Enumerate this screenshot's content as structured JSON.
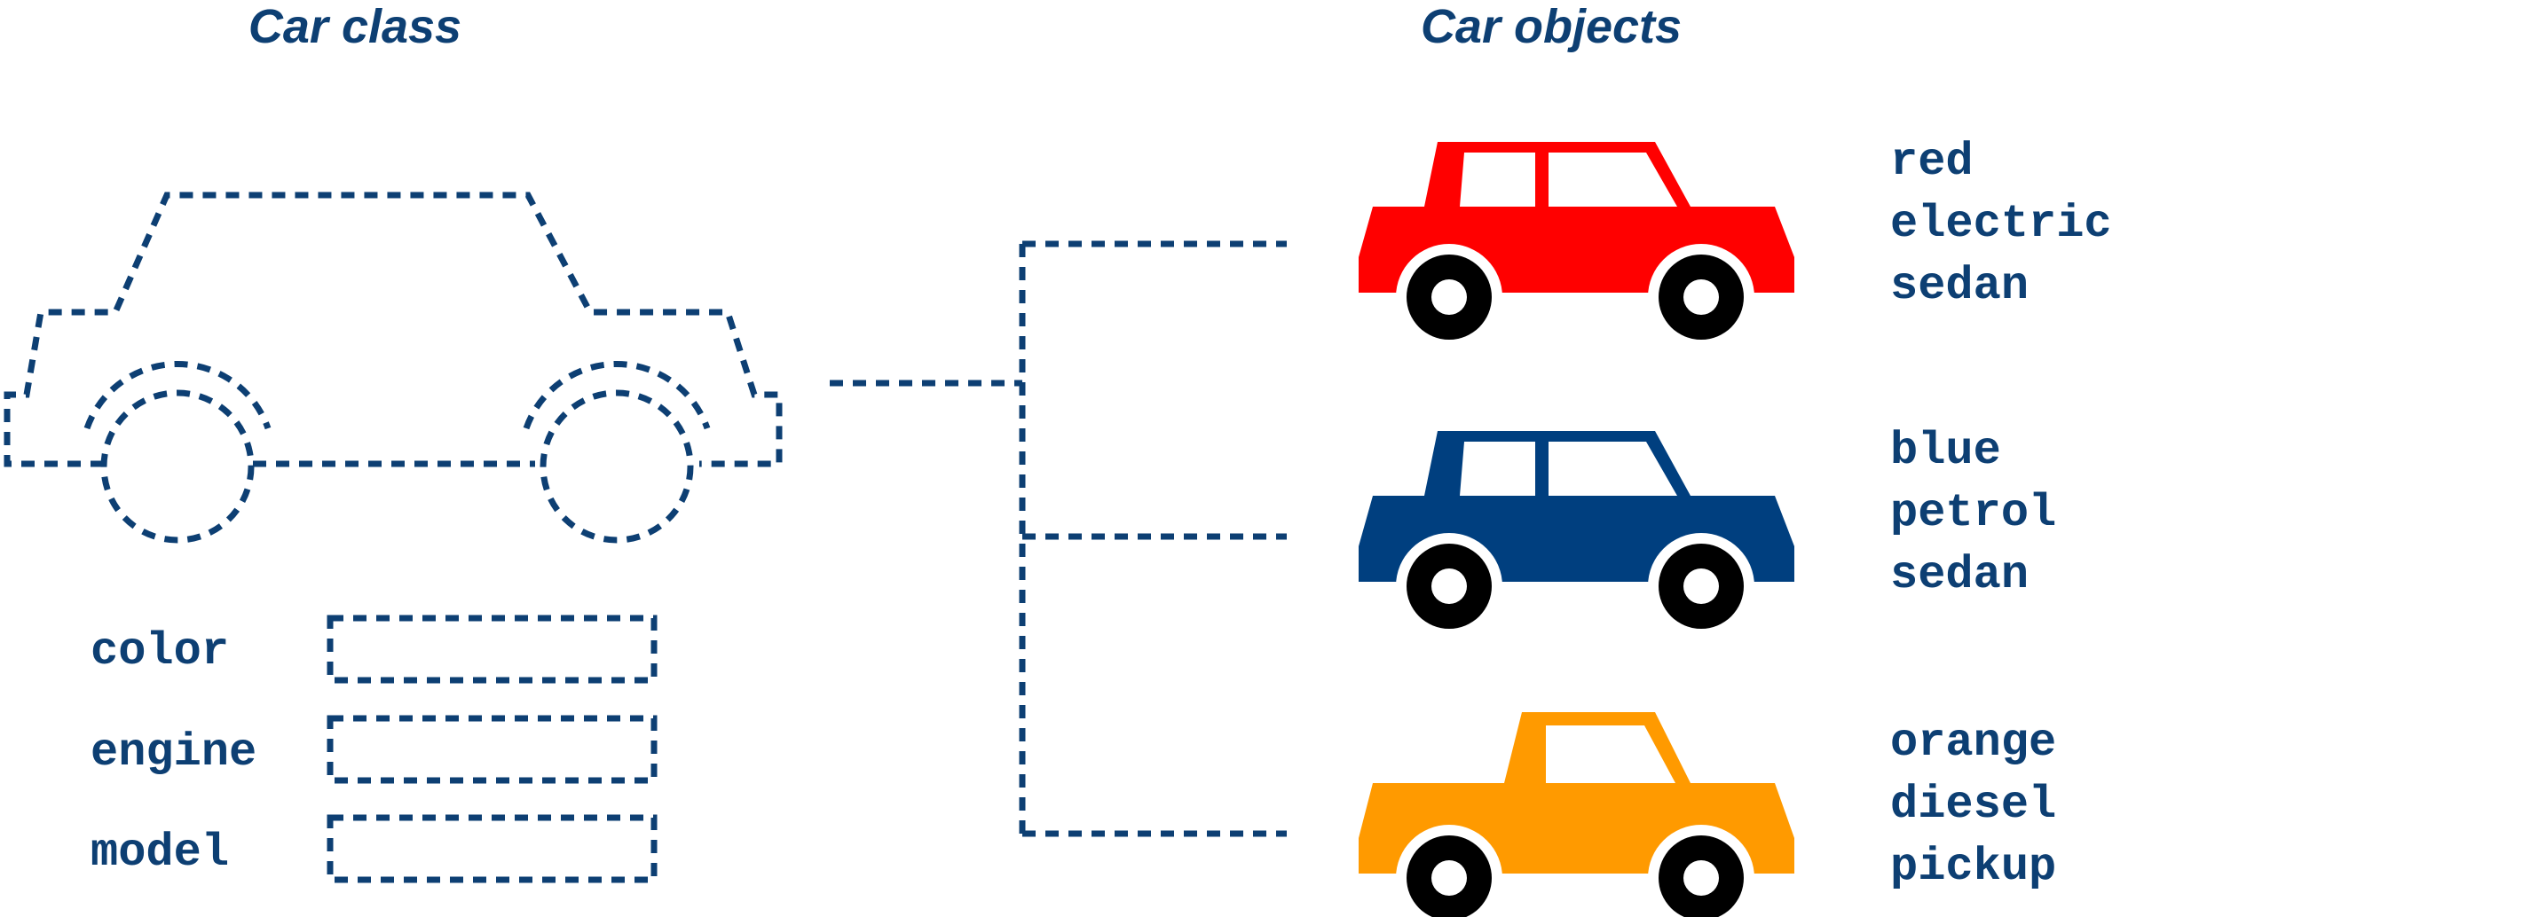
{
  "class_title": "Car class",
  "objects_title": "Car objects",
  "fields": [
    "color",
    "engine",
    "model"
  ],
  "cars": [
    {
      "color": "#ff0000",
      "type": "sedan",
      "props": [
        "red",
        "electric",
        "sedan"
      ]
    },
    {
      "color": "#003f7f",
      "type": "sedan",
      "props": [
        "blue",
        "petrol",
        "sedan"
      ]
    },
    {
      "color": "#ff9a00",
      "type": "pickup",
      "props": [
        "orange",
        "diesel",
        "pickup"
      ]
    }
  ],
  "colors": {
    "line": "#0d3f73",
    "wheel": "#000000"
  }
}
